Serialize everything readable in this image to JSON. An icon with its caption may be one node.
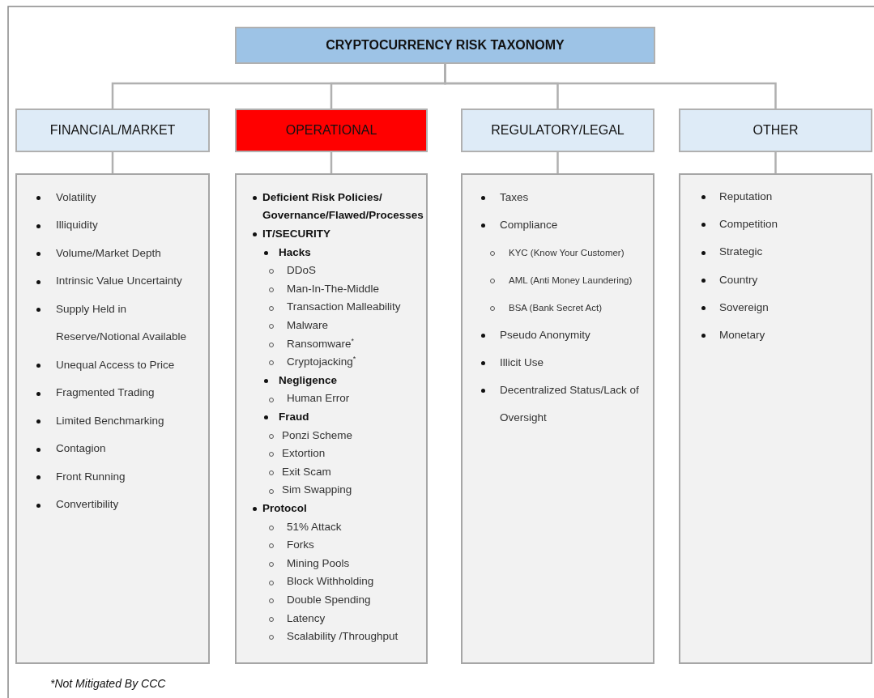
{
  "diagram": {
    "nodes": [
      {
        "text": [
          "CRYPTOCURRENCY RISK TAXONOMY"
        ]
      },
      {
        "text": [
          "FINANCIAL/MARKET"
        ]
      },
      {
        "text": [
          "OPERATIONAL"
        ]
      },
      {
        "text": [
          "REGULATORY/LEGAL"
        ]
      },
      {
        "text": [
          "OTHER"
        ]
      },
      {
        "text": [
          "Volatility",
          "Illiquidity",
          "Volume/Market Depth",
          "Intrinsic Value Uncertainty",
          "Supply Held in Reserve/Notional Available",
          "Unequal Access to Price",
          "Fragmented Trading",
          "Limited Benchmarking",
          "Contagion",
          "Front Running",
          "Convertibility"
        ]
      },
      {
        "text": [
          "Deficient Risk Policies/ Governance/Flawed/Processes",
          "IT/SECURITY",
          "Hacks",
          "DDoS",
          "Man-In-The-Middle",
          "Transaction Malleability",
          "Malware",
          "Ransomware$^{*}$",
          "Cryptojacking$^{*}$",
          "Negligence",
          "Human Error",
          "Fraud",
          "Ponzi Scheme",
          "Extortion",
          "Exit Scam",
          "Sim Swapping",
          "Protocol",
          "51% Attack",
          "Forks",
          "Mining Pools",
          "Block Withholding",
          "Double Spending",
          "Latency",
          "Scalability /Throughput"
        ]
      },
      {
        "text": [
          "Taxes",
          "Compliance",
          "KYC (Know Your Customer)",
          "AML (Anti Money Laundering)",
          "BSA (Bank Secret Act)",
          "Pseudo Anonymity",
          "Illicit Use",
          "Decentralized Status/Lack of Oversight"
        ]
      },
      {
        "text": [
          "Reputation",
          "Competition",
          "Strategic",
          "Country",
          "Sovereign",
          "Monetary"
        ]
      }
    ],
    "edges": [
      {
        "from": 0,
        "to": 1,
        "arrow": "none"
      },
      {
        "from": 0,
        "to": 2,
        "arrow": "none"
      },
      {
        "from": 0,
        "to": 3,
        "arrow": "none"
      },
      {
        "from": 0,
        "to": 4,
        "arrow": "none"
      },
      {
        "from": 1,
        "to": 5,
        "arrow": "none"
      },
      {
        "from": 2,
        "to": 6,
        "arrow": "none"
      },
      {
        "from": 3,
        "to": 7,
        "arrow": "none"
      },
      {
        "from": 4,
        "to": 8,
        "arrow": "none"
      }
    ],
    "labels": [
      "*Not Mitigated By CCC"
    ]
  }
}
